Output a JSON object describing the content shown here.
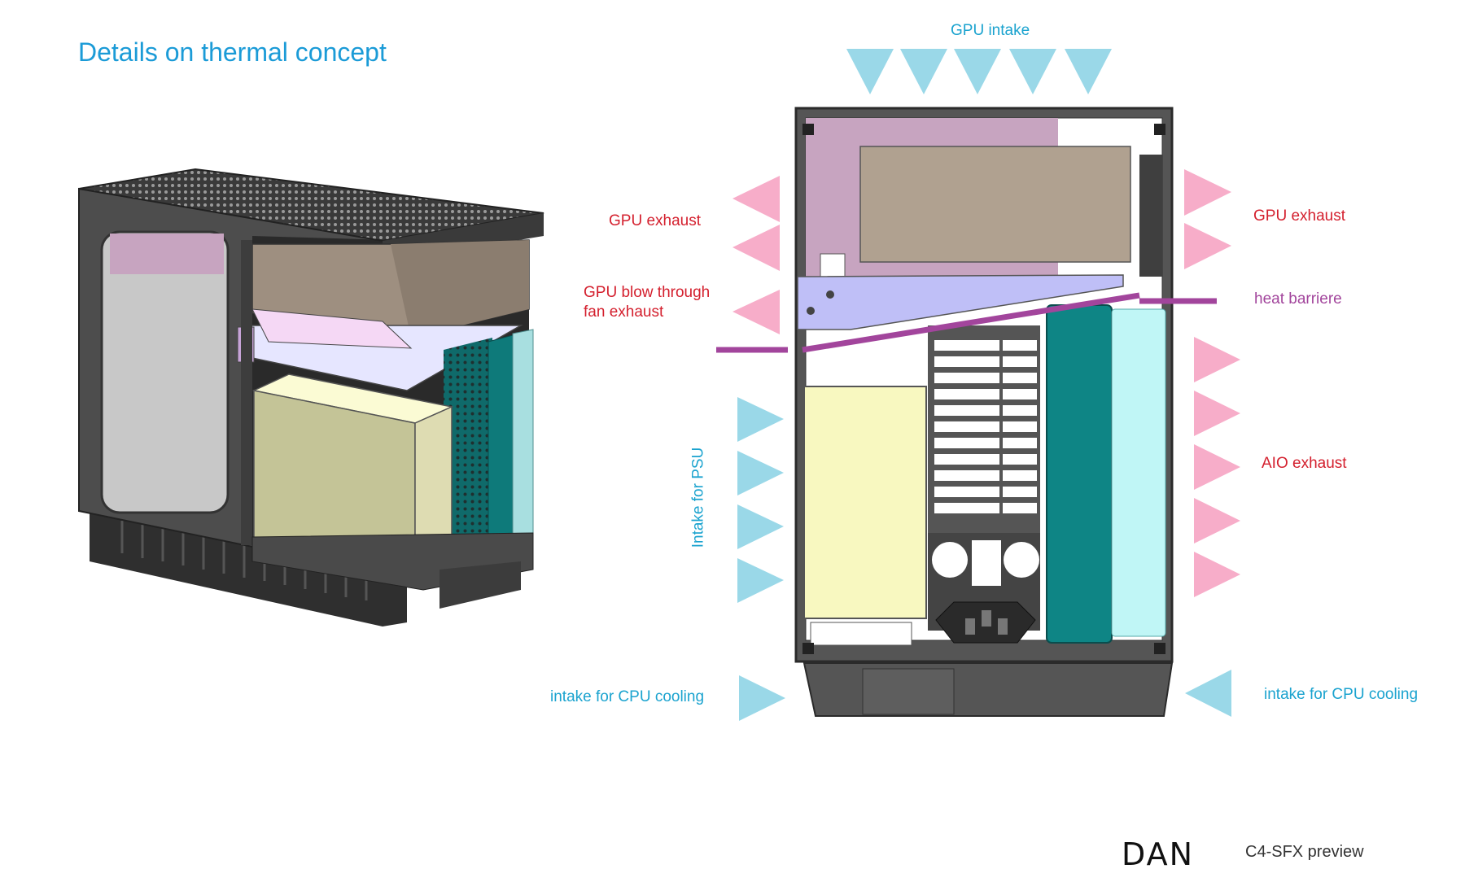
{
  "title": "Details on thermal concept",
  "labels": {
    "gpu_intake": "GPU intake",
    "gpu_exhaust_left": "GPU exhaust",
    "gpu_exhaust_right": "GPU exhaust",
    "gpu_blowthrough_line1": "GPU blow through",
    "gpu_blowthrough_line2": "fan exhaust",
    "heat_barrier": "heat barriere",
    "aio_exhaust": "AIO exhaust",
    "intake_psu": "Intake for PSU",
    "intake_cpu_left": "intake for CPU cooling",
    "intake_cpu_right": "intake for CPU cooling"
  },
  "footer": {
    "logo": "DAN",
    "product": "C4-SFX preview"
  },
  "colors": {
    "intake": "#9ad8e8",
    "exhaust": "#f7adc9",
    "barrier": "#a2459c",
    "title": "#1b9bd7",
    "gpu": "#b0a190",
    "psu": "#f8f8c0",
    "radiator": "#0e8585",
    "fans": "#c0f6f6",
    "case": "#555555"
  },
  "icons": [
    "intake-arrow-icon",
    "exhaust-arrow-icon",
    "dan-logo-icon"
  ]
}
